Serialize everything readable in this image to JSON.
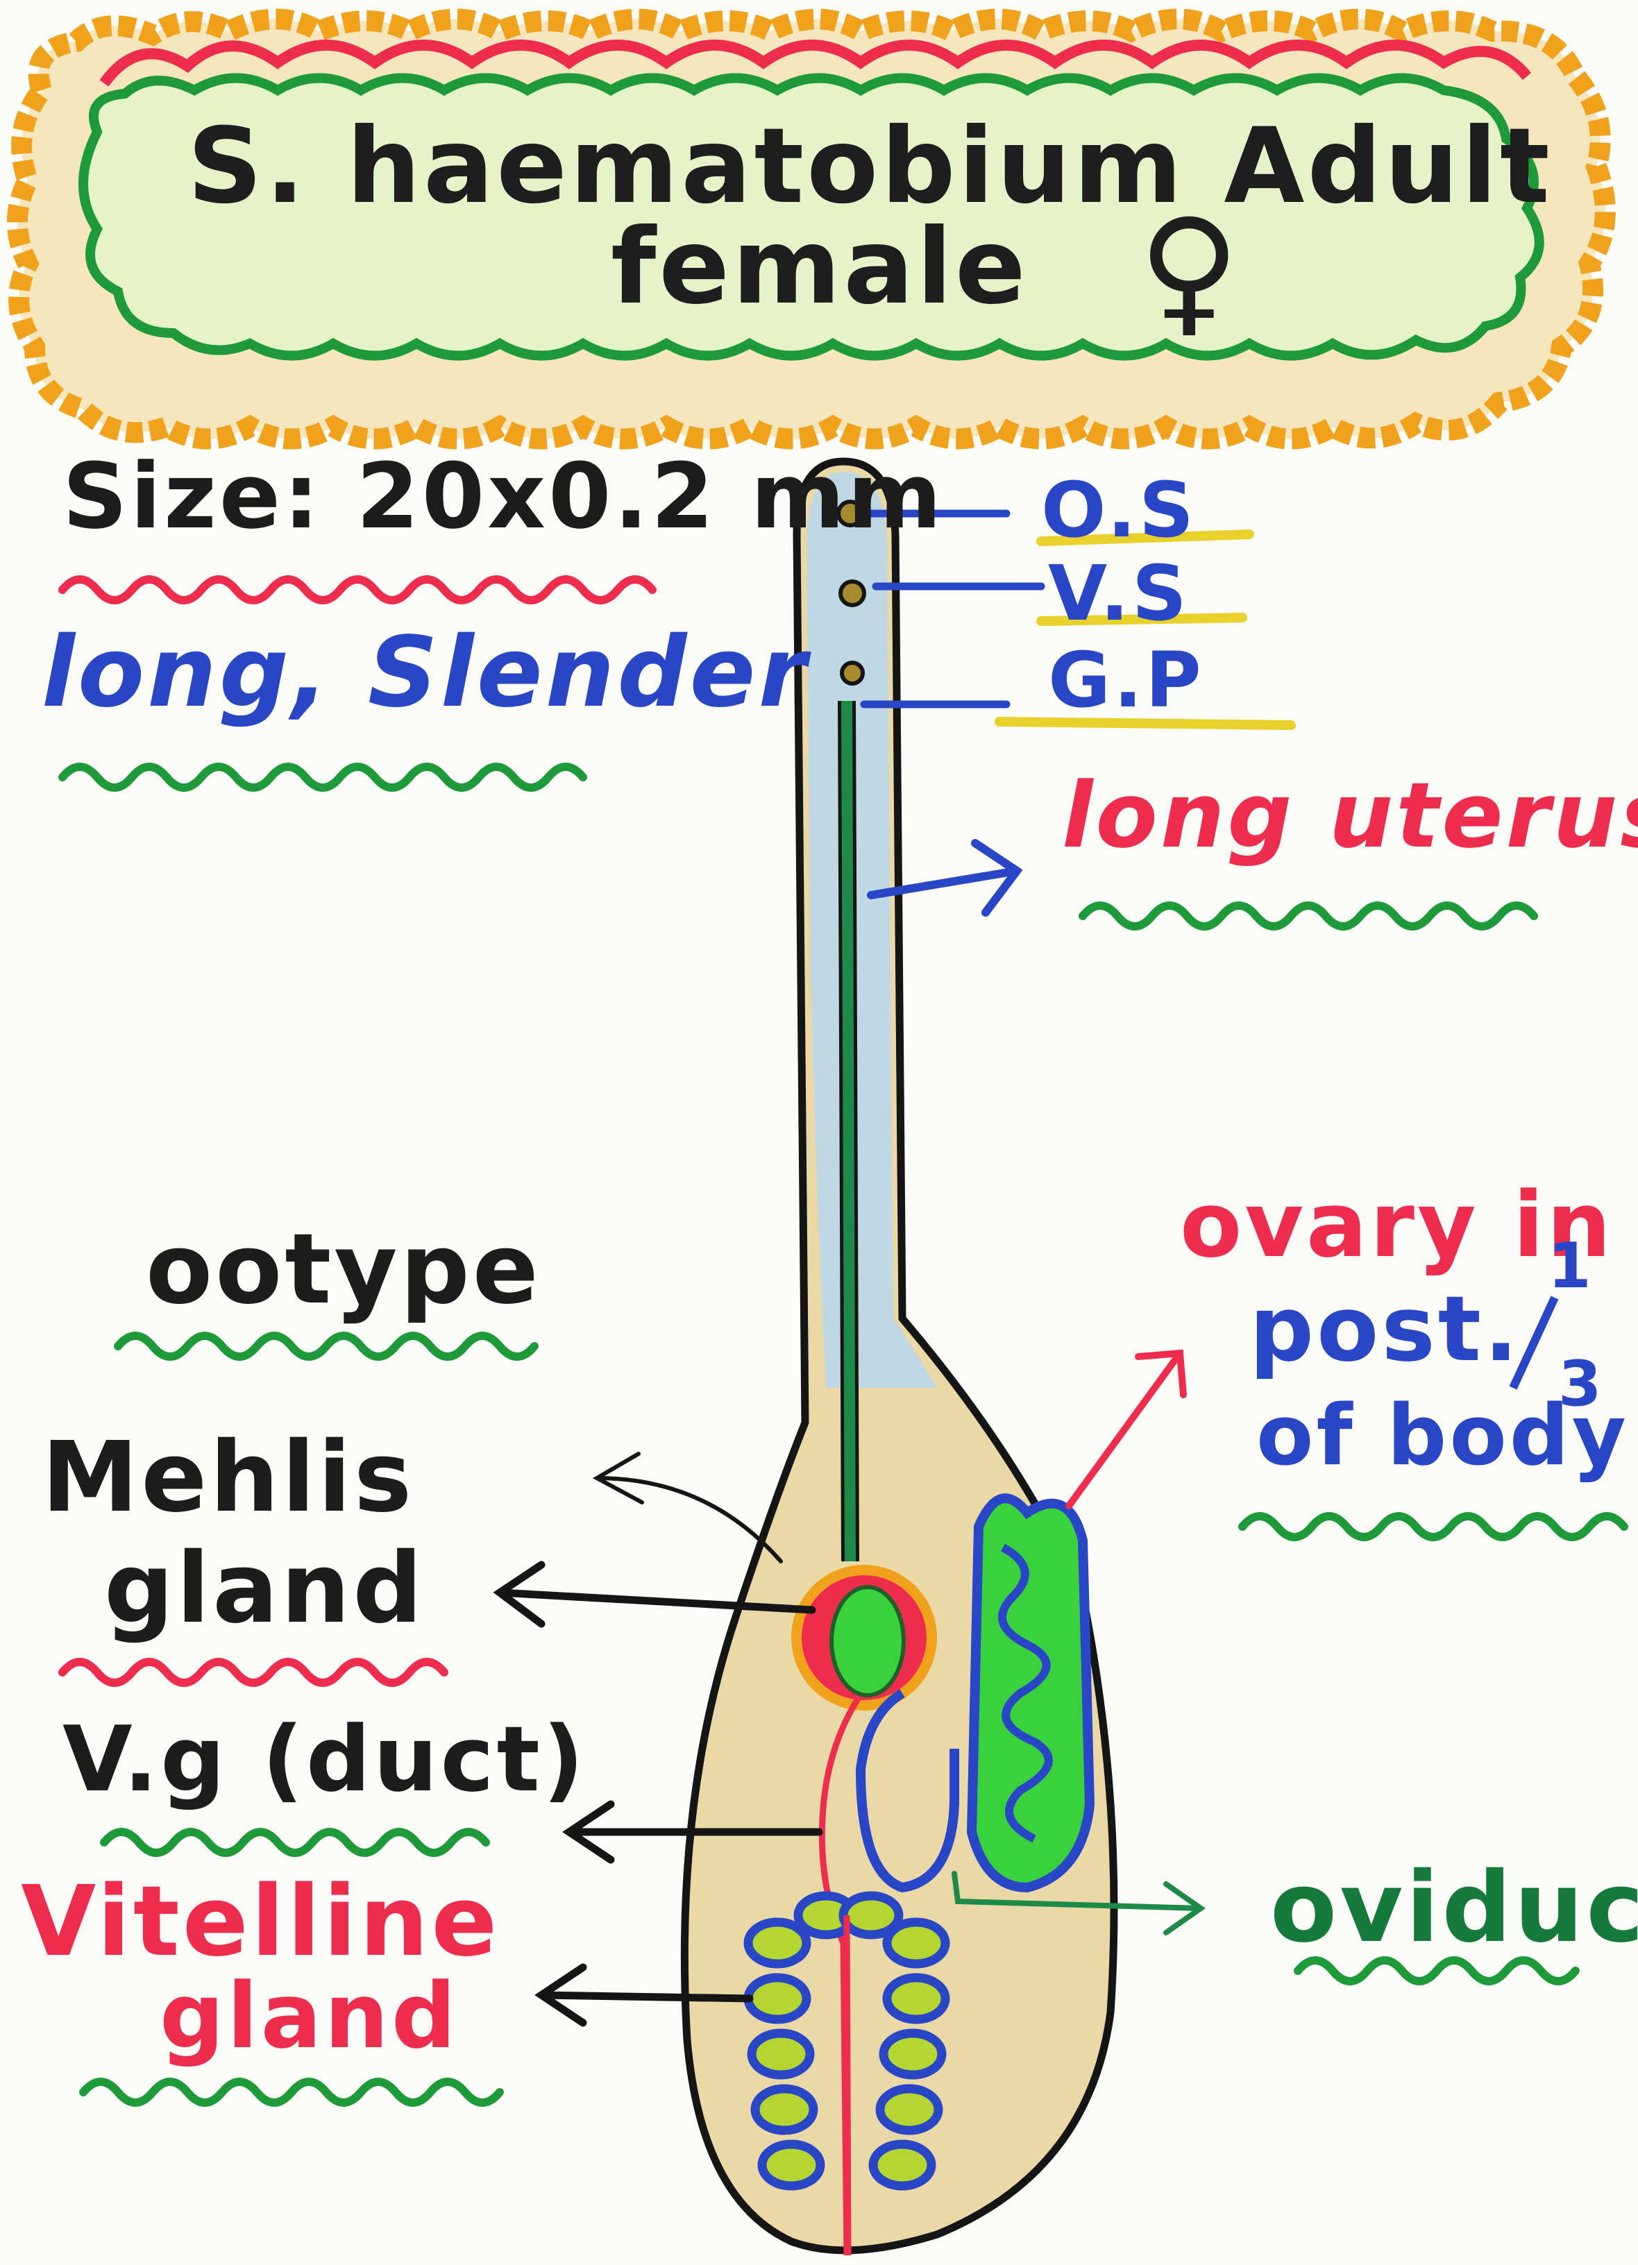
{
  "title": {
    "line1": "S. haematobium Adult",
    "line2": "female",
    "symbol": "♀"
  },
  "left_notes": {
    "size": "Size: 20x0.2 mm",
    "shape": "long, Slender"
  },
  "labels": {
    "os": "O.S",
    "vs": "V.S",
    "gp": "G.P",
    "long_uterus": "long uterus",
    "ootype": "ootype",
    "mehlis_line1": "Mehlis",
    "mehlis_line2": "gland",
    "vg_duct": "V.g (duct)",
    "vitelline_line1": "Vitelline",
    "vitelline_line2": "gland",
    "ovary_line1": "ovary in",
    "ovary_line2": "post.",
    "ovary_line3": "of body",
    "ovary_fraction_num": "1",
    "ovary_fraction_den": "3",
    "oviduct": "oviduct"
  },
  "colors": {
    "outline": "#151515",
    "blue": "#2846c6",
    "red": "#ee2c4e",
    "green": "#157a3c",
    "orange": "#f0a21c",
    "body_fill": "#ead9a6",
    "light_green": "#3ad23c",
    "yellow_green": "#b5d630"
  }
}
